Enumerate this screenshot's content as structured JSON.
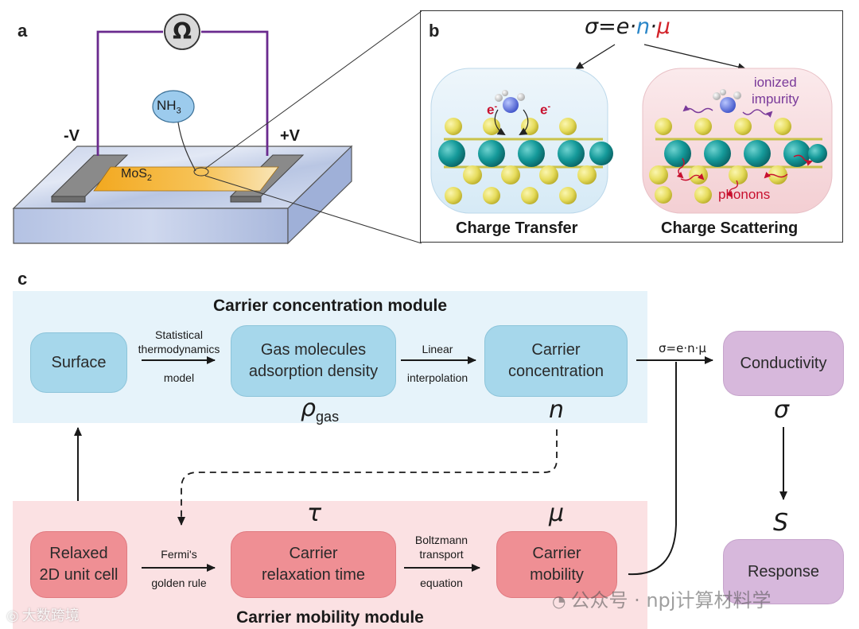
{
  "panel_a": {
    "letter": "a",
    "ohm_symbol": "Ω",
    "molecule": {
      "main": "NH",
      "sub": "3"
    },
    "minus_label": "-V",
    "plus_label": "+V",
    "channel": {
      "main": "MoS",
      "sub": "2"
    }
  },
  "panel_b": {
    "letter": "b",
    "formula": {
      "p1": "σ=e·",
      "n": "n",
      "dot": "·",
      "mu": "μ",
      "n_color": "#2a86c8",
      "mu_color": "#d2232a"
    },
    "left_title": "Charge Transfer",
    "right_title": "Charge Scattering",
    "electron_left": "e",
    "electron_right": "e",
    "electron_sup": "-",
    "ionized_impurity": [
      "ionized",
      "impurity"
    ],
    "phonons": "phonons"
  },
  "panel_c": {
    "letter": "c",
    "concentration_module": "Carrier concentration module",
    "mobility_module": "Carrier mobility module",
    "nodes": {
      "surface": "Surface",
      "gas_density": "Gas molecules\nadsorption density",
      "carrier_concentration": "Carrier\nconcentration",
      "conductivity": "Conductivity",
      "response": "Response",
      "relaxed_cell": "Relaxed\n2D unit cell",
      "relaxation_time": "Carrier\nrelaxation time",
      "carrier_mobility": "Carrier\nmobility"
    },
    "edges": {
      "stat_top": "Statistical\nthermodynamics",
      "stat_bottom": "model",
      "linear_top": "Linear",
      "linear_bottom": "interpolation",
      "sigma_formula": "σ=e·n·μ",
      "fermi_top": "Fermi's",
      "fermi_bottom": "golden rule",
      "boltz_top": "Boltzmann\ntransport",
      "boltz_bottom": "equation"
    },
    "symbols": {
      "rho": "ρ",
      "rho_sub": "gas",
      "n": "n",
      "sigma": "σ",
      "S": "S",
      "tau": "τ",
      "mu": "μ"
    },
    "colors": {
      "concentration_bg": "#e6f3fa",
      "mobility_bg": "#fbe1e3",
      "node_blue": "#a6d7eb",
      "node_red": "#ef8f94",
      "node_purple": "#d7b8dc"
    }
  },
  "watermarks": {
    "right": "公众号 · npj计算材料学",
    "left": "大数跨境"
  }
}
